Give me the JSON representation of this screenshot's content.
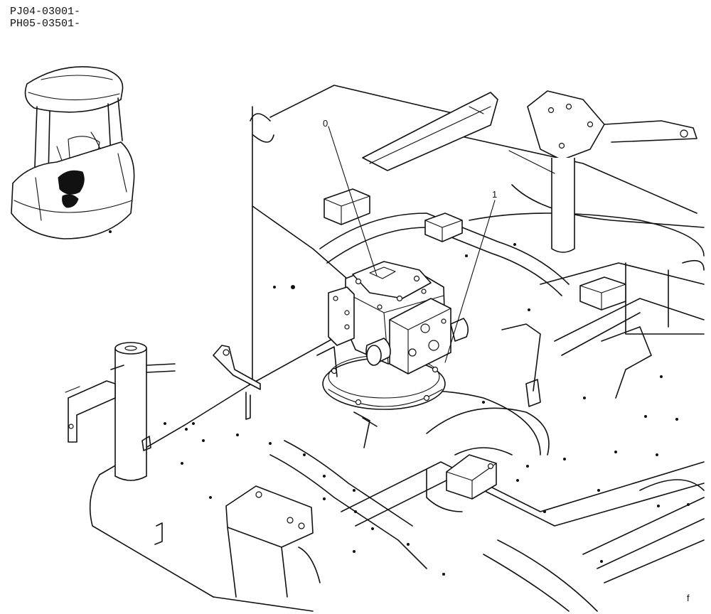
{
  "header": {
    "serial_lines": [
      "PJ04-03001-",
      "PH05-03501-"
    ]
  },
  "callouts": [
    {
      "id": "callout-0",
      "label": "0"
    },
    {
      "id": "callout-1",
      "label": "1"
    }
  ],
  "corner_mark": "f"
}
